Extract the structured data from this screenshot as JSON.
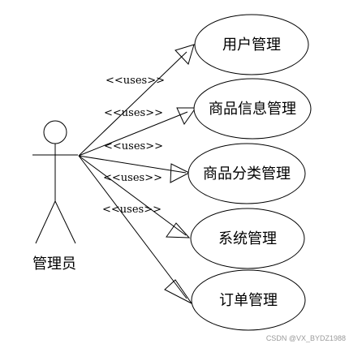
{
  "actor": {
    "label": "管理员"
  },
  "relationship_label": "<<uses>>",
  "use_cases": [
    {
      "label": "用户管理"
    },
    {
      "label": "商品信息管理"
    },
    {
      "label": "商品分类管理"
    },
    {
      "label": "系统管理"
    },
    {
      "label": "订单管理"
    }
  ],
  "watermark": "CSDN @VX_BYDZ1988"
}
